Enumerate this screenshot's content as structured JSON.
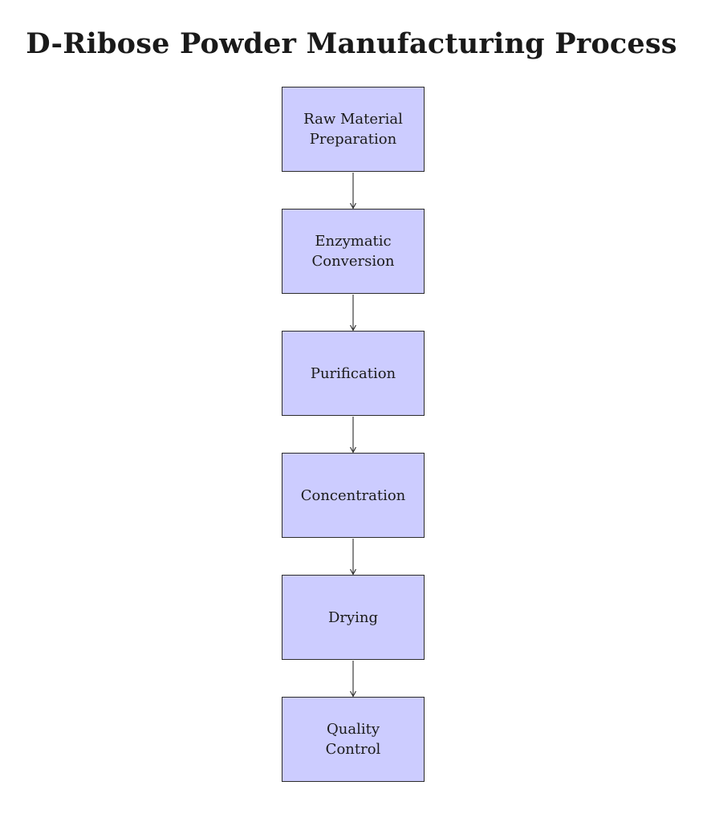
{
  "title": "D-Ribose Powder Manufacturing Process",
  "colors": {
    "box_fill": "#ccccff",
    "box_stroke": "#2b2b2b",
    "text": "#1a1a1a"
  },
  "steps": [
    {
      "label": "Raw Material\nPreparation"
    },
    {
      "label": "Enzymatic\nConversion"
    },
    {
      "label": "Purification"
    },
    {
      "label": "Concentration"
    },
    {
      "label": "Drying"
    },
    {
      "label": "Quality\nControl"
    }
  ]
}
